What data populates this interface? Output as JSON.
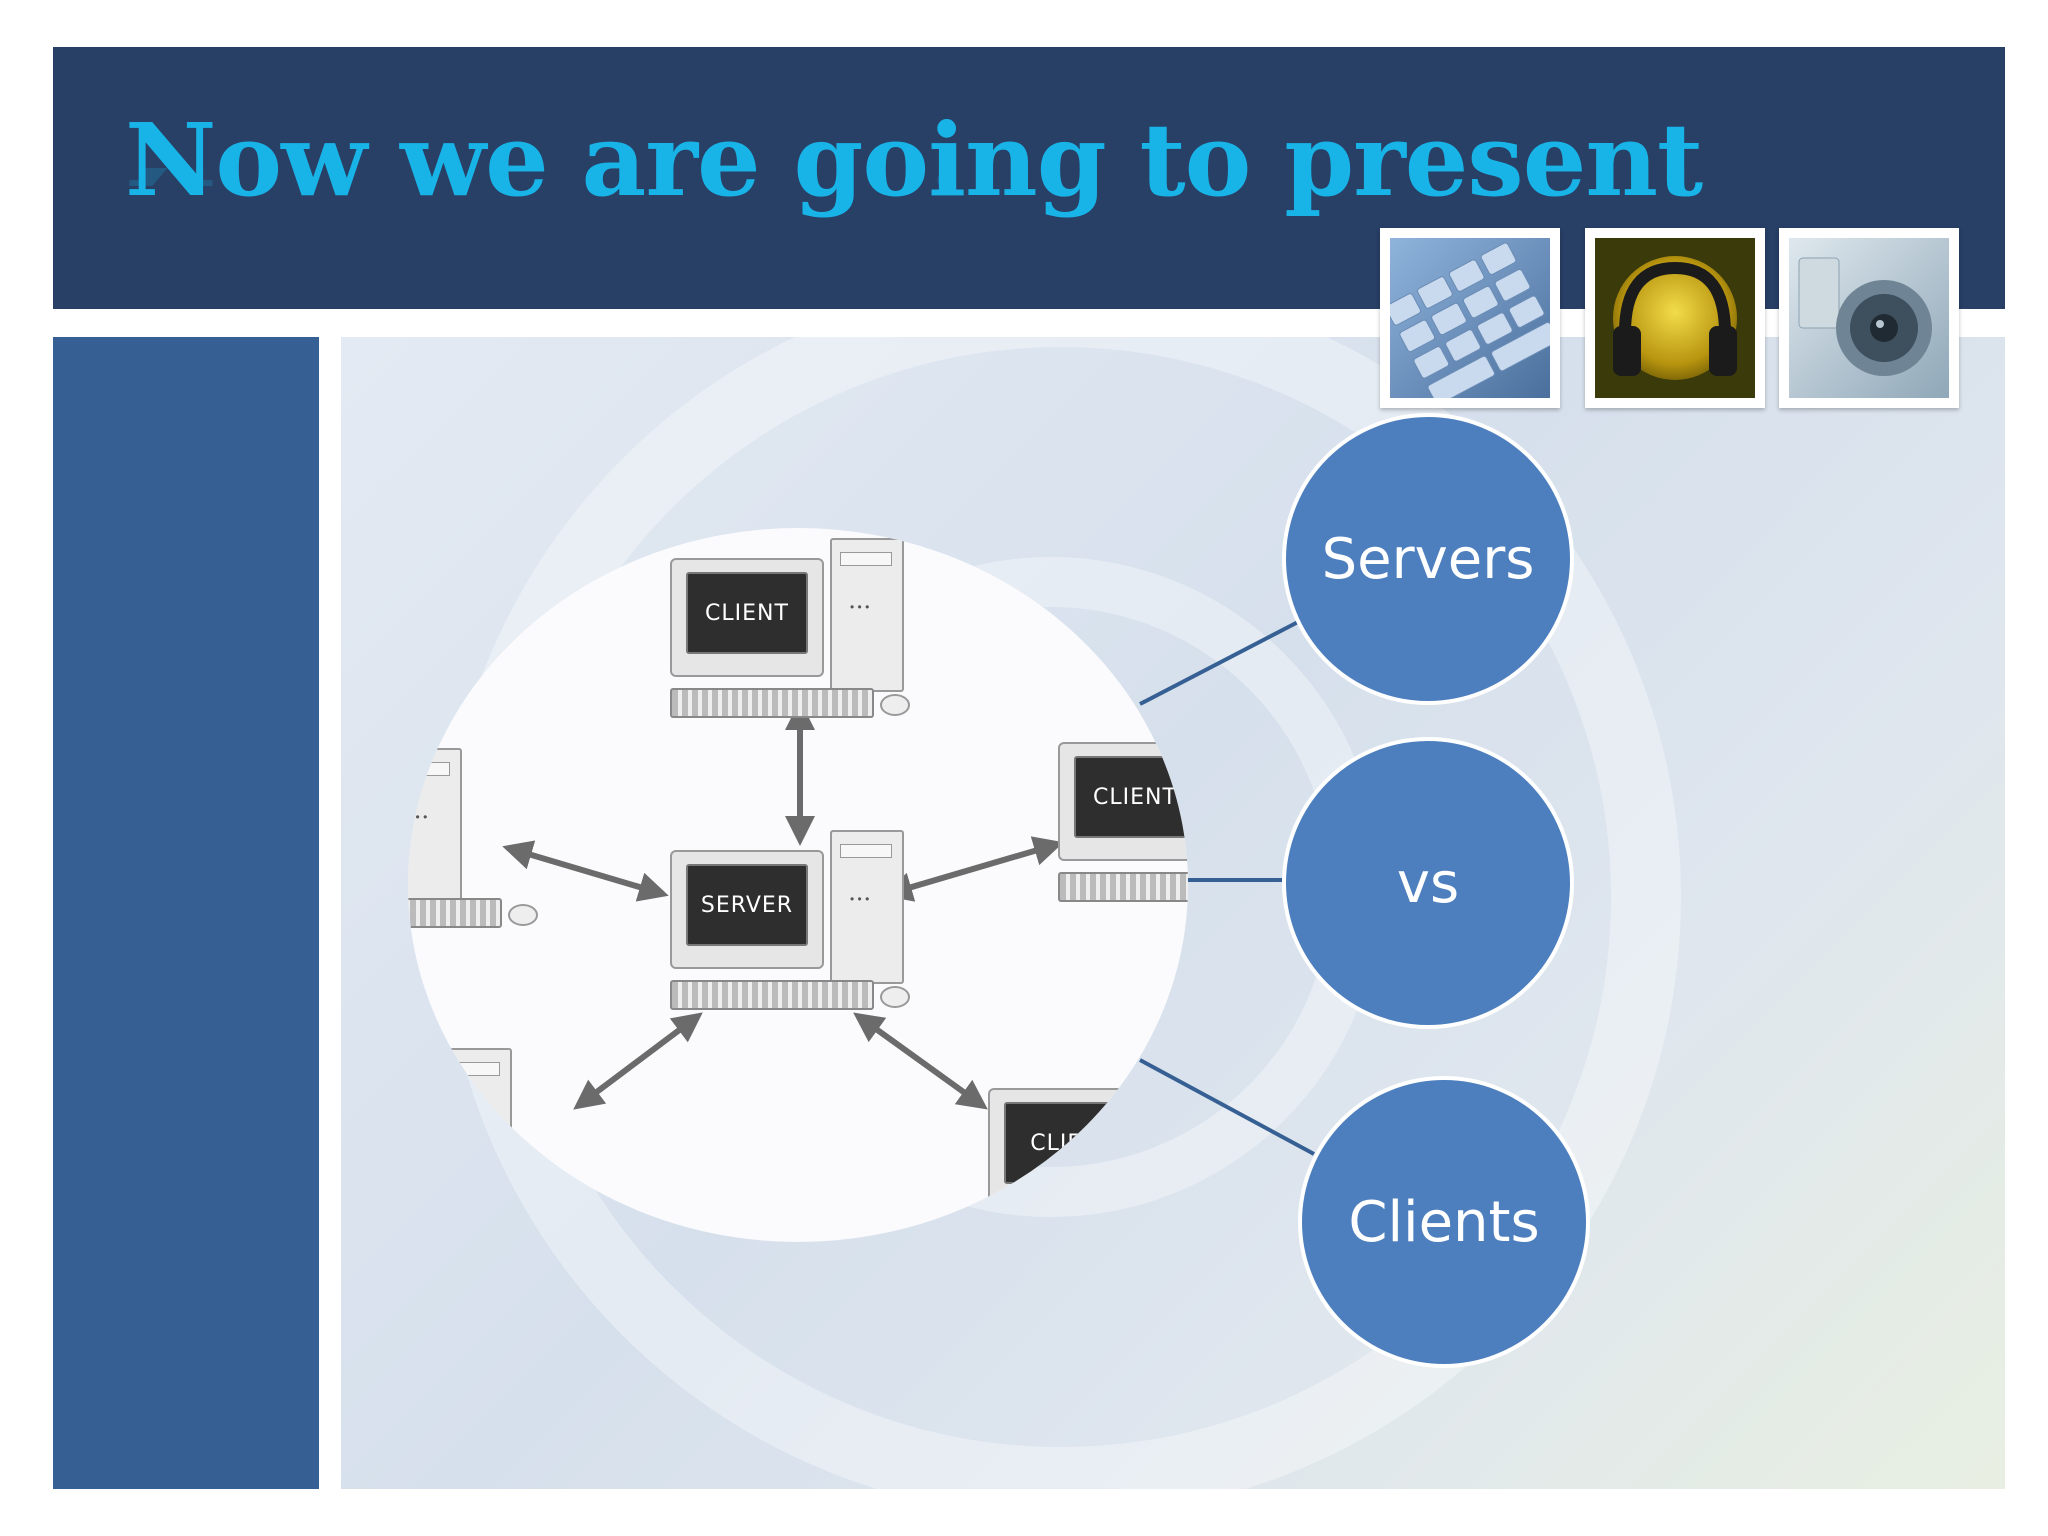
{
  "slide": {
    "title": "Now we are going to present"
  },
  "diagram": {
    "computers": [
      {
        "label": "CLIENT"
      },
      {
        "label": "SERVER"
      },
      {
        "label": "CLIENT"
      },
      {
        "label": "CLIEN"
      }
    ],
    "bubbles": [
      {
        "label": "Servers"
      },
      {
        "label": "vs"
      },
      {
        "label": "Clients"
      }
    ]
  },
  "colors": {
    "header": "#283f66",
    "title": "#18b4e8",
    "left_column": "#365f93",
    "bubble": "#4d7fbe"
  },
  "thumbnails": [
    {
      "icon": "keyboard-icon"
    },
    {
      "icon": "headphones-icon"
    },
    {
      "icon": "speaker-icon"
    }
  ]
}
